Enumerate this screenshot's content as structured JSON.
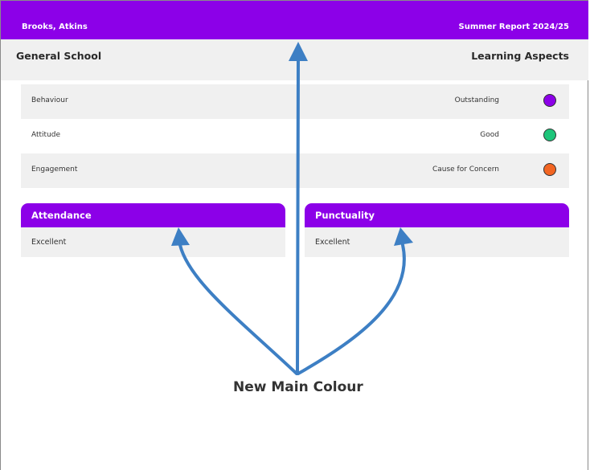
{
  "header": {
    "student_name": "Brooks, Atkins",
    "report_title": "Summer Report 2024/25",
    "background_color": "#8c00e8"
  },
  "subheader": {
    "left": "General School",
    "right": "Learning Aspects"
  },
  "aspects": [
    {
      "name": "Behaviour",
      "rating": "Outstanding",
      "color": "#8c00e8"
    },
    {
      "name": "Attitude",
      "rating": "Good",
      "color": "#1ec57a"
    },
    {
      "name": "Engagement",
      "rating": "Cause for Concern",
      "color": "#f26522"
    }
  ],
  "cards": [
    {
      "title": "Attendance",
      "value": "Excellent"
    },
    {
      "title": "Punctuality",
      "value": "Excellent"
    }
  ],
  "annotation": {
    "label": "New Main Colour",
    "arrow_color": "#3d7fc4"
  }
}
